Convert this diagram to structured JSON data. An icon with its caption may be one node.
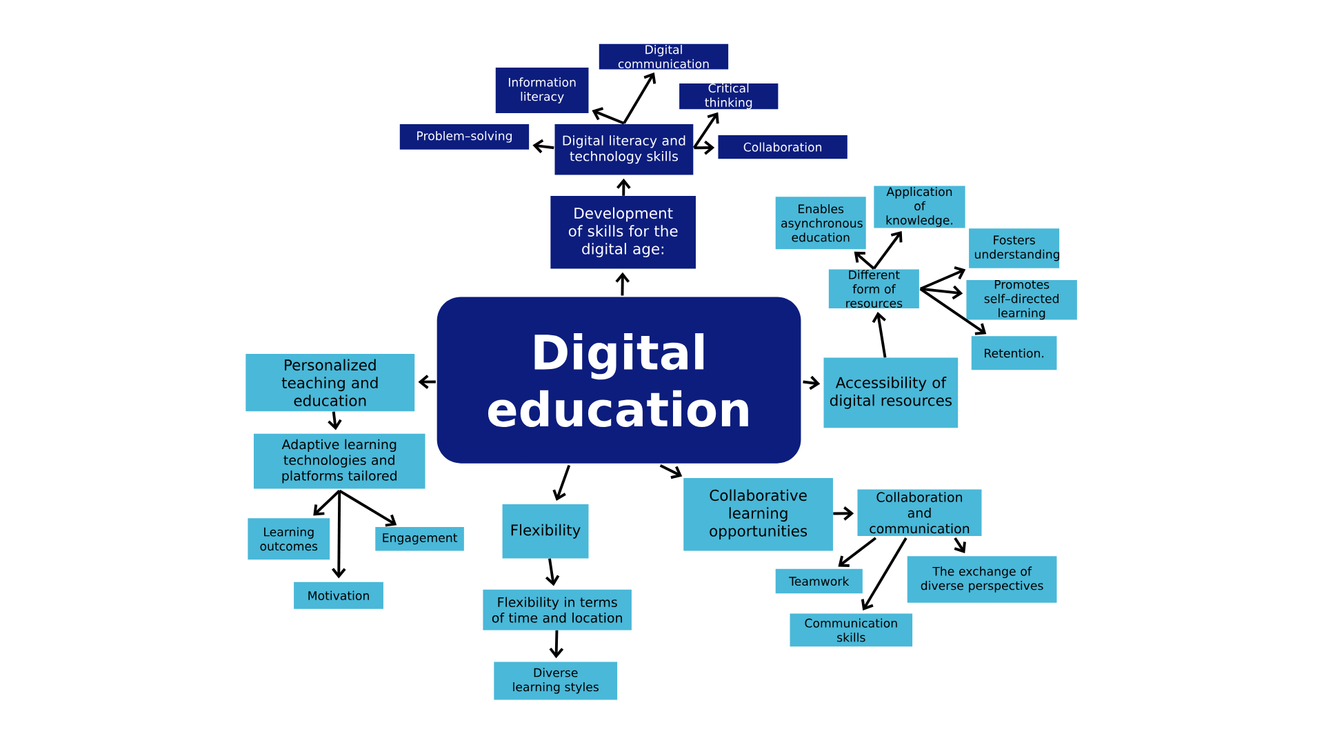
{
  "diagram": {
    "nodes": [
      {
        "text": [
          "Digital education"
        ]
      },
      {
        "text": [
          "Development of skills for the digital age:"
        ]
      },
      {
        "text": [
          "Digital literacy and technology skills"
        ]
      },
      {
        "text": [
          "Information literacy"
        ]
      },
      {
        "text": [
          "Digital communication"
        ]
      },
      {
        "text": [
          "Critical thinking"
        ]
      },
      {
        "text": [
          "Problem–solving"
        ]
      },
      {
        "text": [
          "Collaboration"
        ]
      },
      {
        "text": [
          "Personalized teaching and education"
        ]
      },
      {
        "text": [
          "Adaptive learning technologies and platforms tailored"
        ]
      },
      {
        "text": [
          "Learning outcomes"
        ]
      },
      {
        "text": [
          "Engagement"
        ]
      },
      {
        "text": [
          "Motivation"
        ]
      },
      {
        "text": [
          "Flexibility"
        ]
      },
      {
        "text": [
          "Flexibility in terms of time and location"
        ]
      },
      {
        "text": [
          "Diverse learning styles"
        ]
      },
      {
        "text": [
          "Collaborative learning opportunities"
        ]
      },
      {
        "text": [
          "Collaboration and communication"
        ]
      },
      {
        "text": [
          "Teamwork"
        ]
      },
      {
        "text": [
          "The exchange of diverse perspectives"
        ]
      },
      {
        "text": [
          "Communication skills"
        ]
      },
      {
        "text": [
          "Accessibility of digital resources"
        ]
      },
      {
        "text": [
          "Different form of resources"
        ]
      },
      {
        "text": [
          "Enables asynchronous education"
        ]
      },
      {
        "text": [
          "Application of knowledge."
        ]
      },
      {
        "text": [
          "Fosters understanding"
        ]
      },
      {
        "text": [
          "Promotes self–directed learning"
        ]
      },
      {
        "text": [
          "Retention."
        ]
      }
    ],
    "edges": [
      {
        "from": 0,
        "to": 1,
        "arrow": "to"
      },
      {
        "from": 1,
        "to": 2,
        "arrow": "to"
      },
      {
        "from": 2,
        "to": 3,
        "arrow": "to"
      },
      {
        "from": 2,
        "to": 4,
        "arrow": "to"
      },
      {
        "from": 2,
        "to": 5,
        "arrow": "to"
      },
      {
        "from": 2,
        "to": 6,
        "arrow": "to"
      },
      {
        "from": 2,
        "to": 7,
        "arrow": "to"
      },
      {
        "from": 0,
        "to": 8,
        "arrow": "to"
      },
      {
        "from": 8,
        "to": 9,
        "arrow": "to"
      },
      {
        "from": 9,
        "to": 10,
        "arrow": "to"
      },
      {
        "from": 9,
        "to": 11,
        "arrow": "to"
      },
      {
        "from": 9,
        "to": 12,
        "arrow": "to"
      },
      {
        "from": 0,
        "to": 13,
        "arrow": "to"
      },
      {
        "from": 13,
        "to": 14,
        "arrow": "to"
      },
      {
        "from": 14,
        "to": 15,
        "arrow": "to"
      },
      {
        "from": 0,
        "to": 16,
        "arrow": "to"
      },
      {
        "from": 16,
        "to": 17,
        "arrow": "to"
      },
      {
        "from": 17,
        "to": 18,
        "arrow": "to"
      },
      {
        "from": 17,
        "to": 19,
        "arrow": "to"
      },
      {
        "from": 17,
        "to": 20,
        "arrow": "to"
      },
      {
        "from": 0,
        "to": 21,
        "arrow": "to"
      },
      {
        "from": 21,
        "to": 22,
        "arrow": "to"
      },
      {
        "from": 22,
        "to": 23,
        "arrow": "to"
      },
      {
        "from": 22,
        "to": 24,
        "arrow": "to"
      },
      {
        "from": 22,
        "to": 25,
        "arrow": "to"
      },
      {
        "from": 22,
        "to": 26,
        "arrow": "to"
      },
      {
        "from": 22,
        "to": 27,
        "arrow": "to"
      }
    ]
  }
}
